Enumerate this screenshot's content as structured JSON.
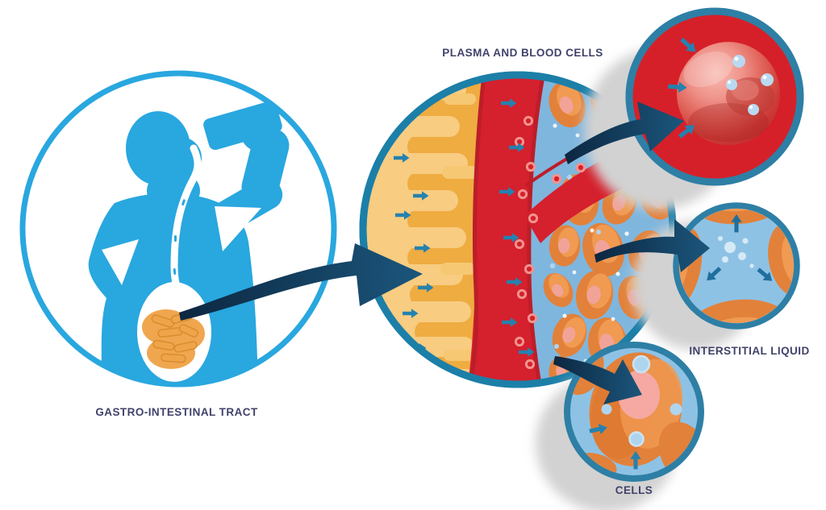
{
  "diagram": {
    "title_none": "",
    "labels": {
      "gastro": "GASTRO-INTESTINAL TRACT",
      "plasma": "PLASMA AND BLOOD CELLS",
      "interstitial": "INTERSTITIAL LIQUID",
      "cells": "CELLS"
    },
    "stages": [
      {
        "order": 1,
        "name": "gastro-intestinal-tract",
        "label": "GASTRO-INTESTINAL TRACT"
      },
      {
        "order": 2,
        "name": "plasma-and-blood-cells",
        "label": "PLASMA AND BLOOD CELLS"
      },
      {
        "order": 3,
        "name": "red-blood-cell",
        "label": ""
      },
      {
        "order": 4,
        "name": "interstitial-liquid",
        "label": "INTERSTITIAL LIQUID"
      },
      {
        "order": 5,
        "name": "cells",
        "label": "CELLS"
      }
    ],
    "icons": [
      "person-drinking-icon",
      "water-bottle-icon",
      "esophagus-icon",
      "intestines-icon",
      "villi-icon",
      "blood-vessel-icon",
      "red-blood-cell-icon",
      "tissue-cell-icon",
      "water-molecule-icon",
      "flow-arrow-icon",
      "absorption-arrow-icon"
    ]
  },
  "colors": {
    "bg": "#ffffff",
    "person-blue": "#29A7DF",
    "ring-teal": "#1C7FA8",
    "ring-teal2": "#2E7FA5",
    "arrow-navy-dark": "#0C2741",
    "arrow-navy": "#1B567C",
    "vessel-red": "#D5202D",
    "vessel-red-dark": "#BC1E29",
    "rbc-red": "#D62029",
    "lumen-yellow": "#F8CC81",
    "villi-orange": "#EFAC41",
    "villi-light": "#F6C873",
    "intestine-orange": "#F0A64E",
    "cell-orange": "#E2813A",
    "cell-highlight": "#F09A52",
    "nucleus-pink": "#F2A398",
    "plasma-blue": "#7FB6DE",
    "liquid-blue": "#8EC2E5",
    "water-dot-blue": "#AFD4EE",
    "small-arrow-teal": "#2482B0",
    "small-arrow-deep": "#1F6F9E",
    "label-navy": "#41426B",
    "shadow-gray": "#D2D2D2"
  }
}
